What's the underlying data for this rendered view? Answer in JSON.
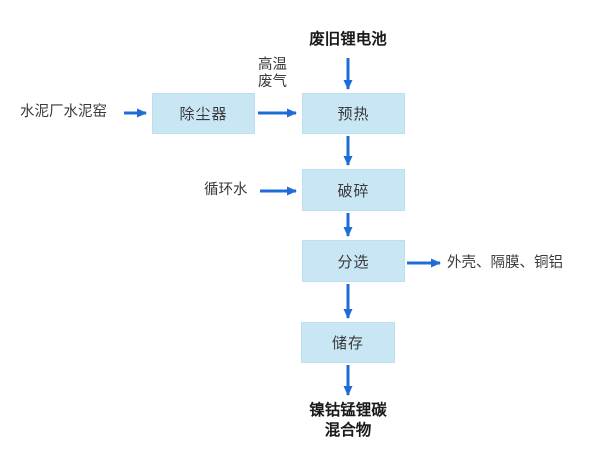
{
  "diagram": {
    "type": "process-flowchart",
    "topic": "waste-lithium-battery-recycling",
    "boxes": {
      "dust_remover": "除尘器",
      "preheat": "预热",
      "crush": "破碎",
      "sort": "分选",
      "store": "储存"
    },
    "labels": {
      "battery_input": "废旧锂电池",
      "kiln_source": "水泥厂水泥窑",
      "hot_exhaust": "高温\n废气",
      "circulating_water": "循环水",
      "sort_output": "外壳、隔膜、铜铝",
      "final_product": "镍钴锰锂碳\n混合物"
    },
    "colors": {
      "box_fill": "#c9e6f5",
      "box_border": "#bcdff1",
      "arrow": "#1e6cd6",
      "text": "#3a3a3a",
      "bold_text": "#1a1a1a",
      "background": "#ffffff"
    }
  }
}
